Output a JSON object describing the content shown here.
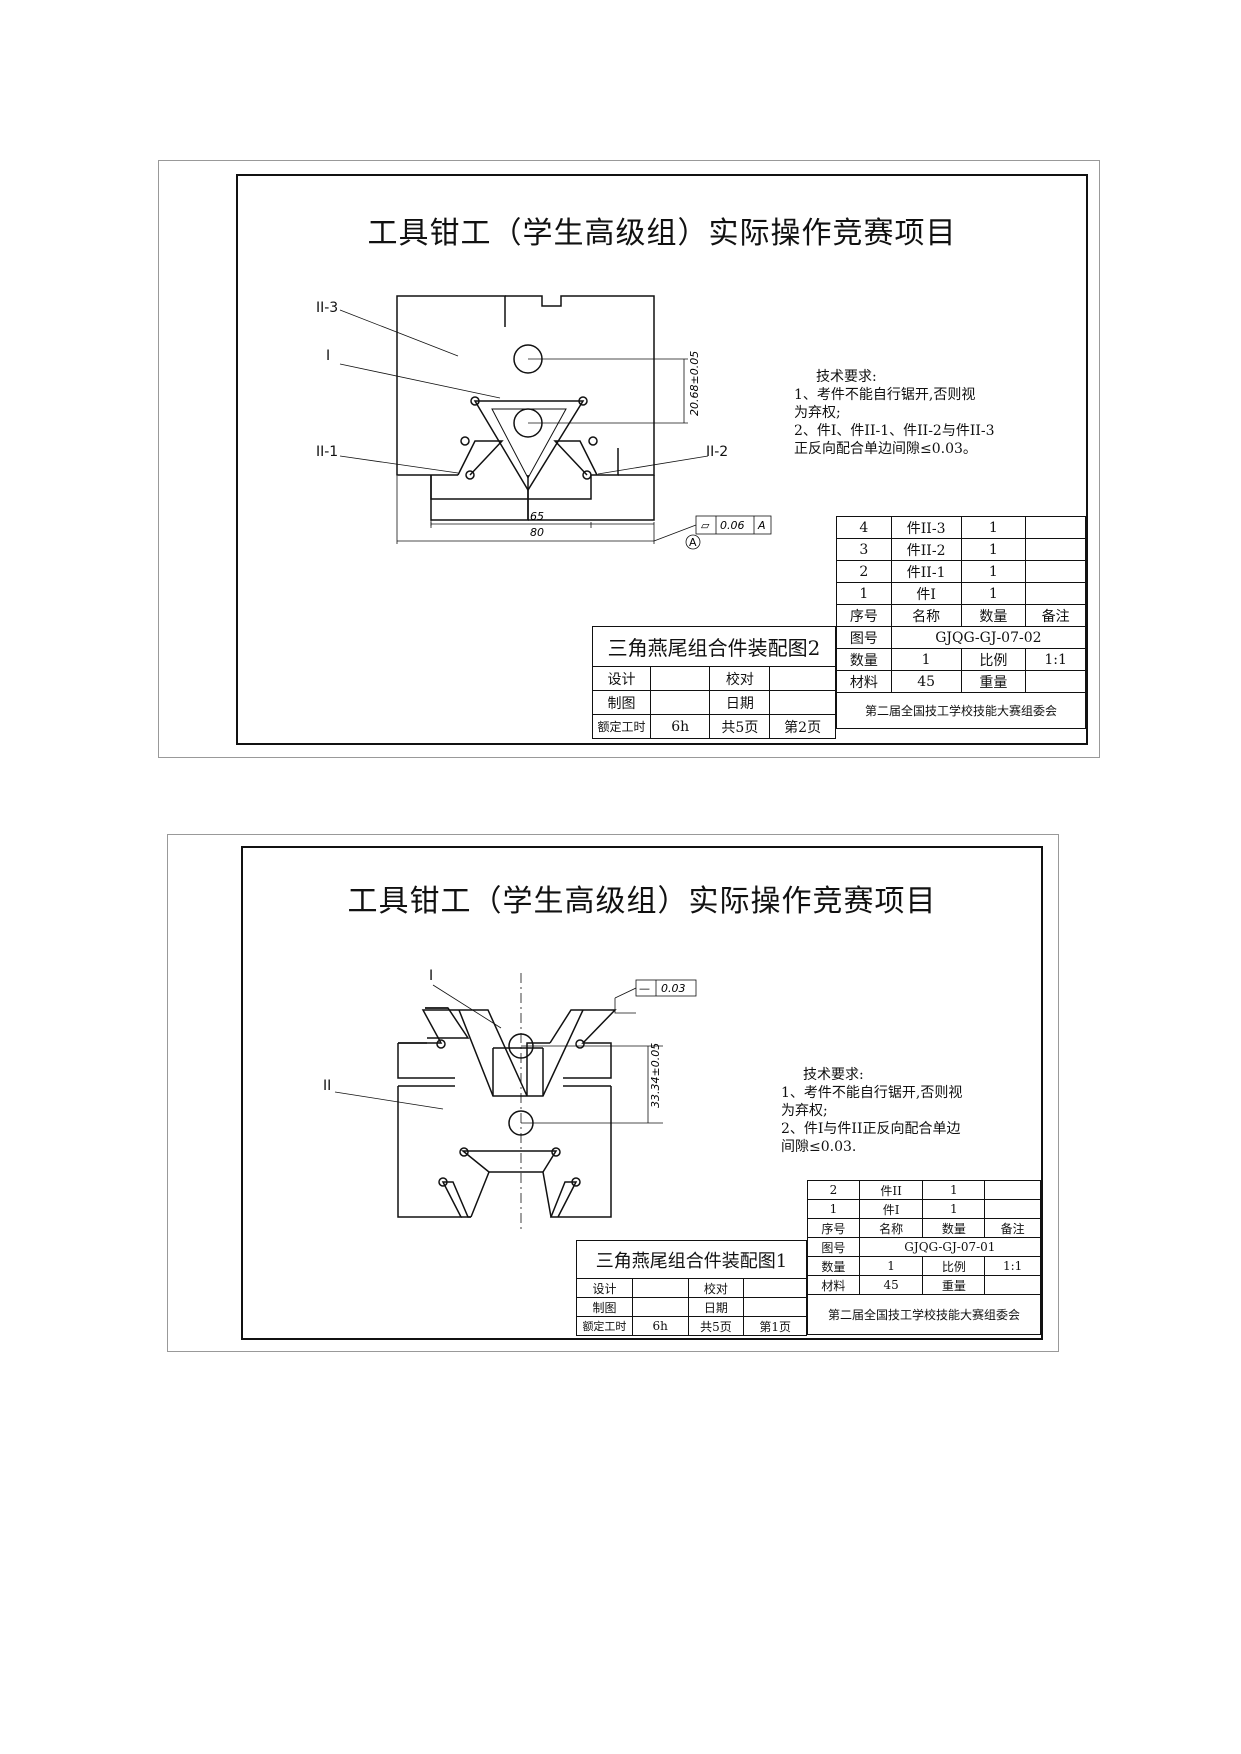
{
  "sheet2": {
    "title": "工具钳工（学生高级组）实际操作竞赛项目",
    "labels": {
      "p3": "II-3",
      "p1": "I",
      "pl": "II-1",
      "pr": "II-2"
    },
    "dims": {
      "vertical": "20.68±0.05",
      "inner": "65",
      "outer": "80",
      "flat_sym": "▱",
      "flat_val": "0.06",
      "datum": "A"
    },
    "tech": {
      "heading": "技术要求:",
      "lines": [
        "1、考件不能自行锯开,否则视",
        "为弃权;",
        "2、件I、件II-1、件II-2与件II-3",
        "正反向配合单边间隙≤0.03。"
      ]
    },
    "parts": {
      "rows": [
        {
          "no": "4",
          "name": "件II-3",
          "qty": "1"
        },
        {
          "no": "3",
          "name": "件II-2",
          "qty": "1"
        },
        {
          "no": "2",
          "name": "件II-1",
          "qty": "1"
        },
        {
          "no": "1",
          "name": "件I",
          "qty": "1"
        }
      ],
      "header": {
        "no": "序号",
        "name": "名称",
        "qty": "数量",
        "note": "备注"
      }
    },
    "info": {
      "drawing_no_label": "图号",
      "drawing_no": "GJQG-GJ-07-02",
      "qty_label": "数量",
      "qty": "1",
      "scale_label": "比例",
      "scale": "1:1",
      "material_label": "材料",
      "material": "45",
      "weight_label": "重量",
      "org": "第二届全国技工学校技能大赛组委会"
    },
    "titleblock": {
      "name": "三角燕尾组合件装配图2",
      "design": "设计",
      "check": "校对",
      "draw": "制图",
      "date": "日期",
      "hours_label": "额定工时",
      "hours": "6h",
      "total": "共5页",
      "page": "第2页"
    }
  },
  "sheet1": {
    "title": "工具钳工（学生高级组）实际操作竞赛项目",
    "labels": {
      "p1": "I",
      "p2": "II"
    },
    "dims": {
      "vertical": "33.34±0.05",
      "straight_sym": "—",
      "straight_val": "0.03"
    },
    "tech": {
      "heading": "技术要求:",
      "lines": [
        "1、考件不能自行锯开,否则视",
        "为弃权;",
        "2、件I与件II正反向配合单边",
        "间隙≤0.03."
      ]
    },
    "parts": {
      "rows": [
        {
          "no": "2",
          "name": "件II",
          "qty": "1"
        },
        {
          "no": "1",
          "name": "件I",
          "qty": "1"
        }
      ],
      "header": {
        "no": "序号",
        "name": "名称",
        "qty": "数量",
        "note": "备注"
      }
    },
    "info": {
      "drawing_no_label": "图号",
      "drawing_no": "GJQG-GJ-07-01",
      "qty_label": "数量",
      "qty": "1",
      "scale_label": "比例",
      "scale": "1:1",
      "material_label": "材料",
      "material": "45",
      "weight_label": "重量",
      "org": "第二届全国技工学校技能大赛组委会"
    },
    "titleblock": {
      "name": "三角燕尾组合件装配图1",
      "design": "设计",
      "check": "校对",
      "draw": "制图",
      "date": "日期",
      "hours_label": "额定工时",
      "hours": "6h",
      "total": "共5页",
      "page": "第1页"
    }
  }
}
